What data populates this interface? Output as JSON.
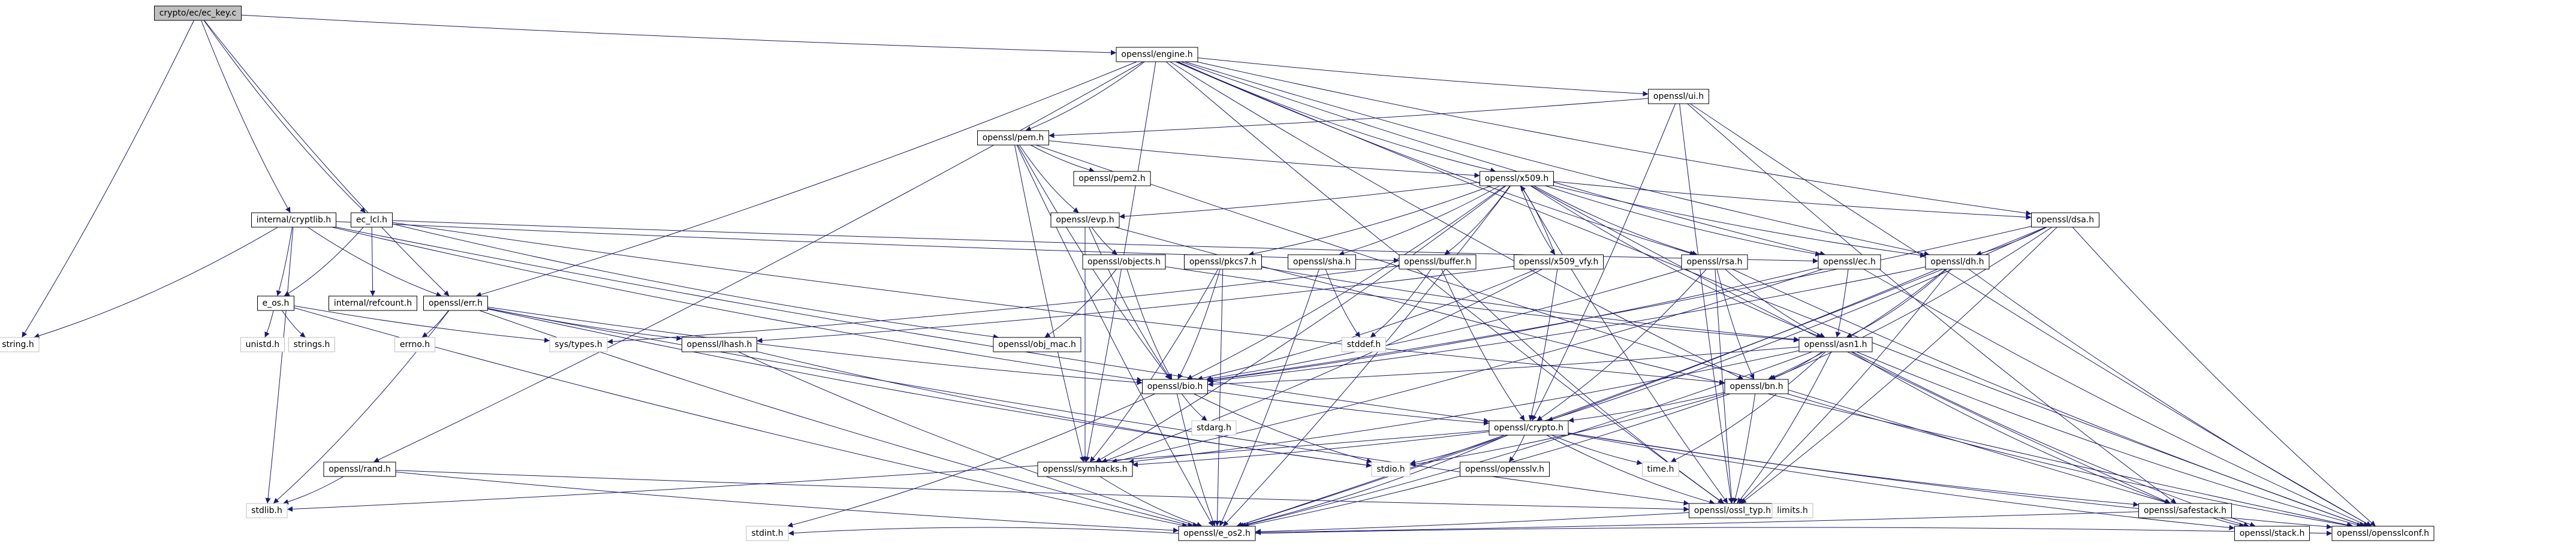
{
  "graph": {
    "root": "crypto/ec/ec_key.c",
    "colors": {
      "edge": "#191970",
      "root_fill": "#bfbfbf",
      "node_fill": "#ffffff",
      "node_border": "#000000",
      "unresolved_border": "#bfbfbf"
    },
    "nodes": [
      {
        "id": "root",
        "label": "crypto/ec/ec_key.c",
        "kind": "root"
      },
      {
        "id": "engine",
        "label": "openssl/engine.h",
        "kind": "header"
      },
      {
        "id": "ui",
        "label": "openssl/ui.h",
        "kind": "header"
      },
      {
        "id": "pem",
        "label": "openssl/pem.h",
        "kind": "header"
      },
      {
        "id": "pem2",
        "label": "openssl/pem2.h",
        "kind": "header"
      },
      {
        "id": "x509",
        "label": "openssl/x509.h",
        "kind": "header"
      },
      {
        "id": "evp",
        "label": "openssl/evp.h",
        "kind": "header"
      },
      {
        "id": "dsa",
        "label": "openssl/dsa.h",
        "kind": "header"
      },
      {
        "id": "dh",
        "label": "openssl/dh.h",
        "kind": "header"
      },
      {
        "id": "ec",
        "label": "openssl/ec.h",
        "kind": "header"
      },
      {
        "id": "rsa",
        "label": "openssl/rsa.h",
        "kind": "header"
      },
      {
        "id": "x509vfy",
        "label": "openssl/x509_vfy.h",
        "kind": "header"
      },
      {
        "id": "buffer",
        "label": "openssl/buffer.h",
        "kind": "header"
      },
      {
        "id": "sha",
        "label": "openssl/sha.h",
        "kind": "header"
      },
      {
        "id": "pkcs7",
        "label": "openssl/pkcs7.h",
        "kind": "header"
      },
      {
        "id": "objects",
        "label": "openssl/objects.h",
        "kind": "header"
      },
      {
        "id": "internal_cryptlib",
        "label": "internal/cryptlib.h",
        "kind": "header"
      },
      {
        "id": "ec_lcl",
        "label": "ec_lcl.h",
        "kind": "header"
      },
      {
        "id": "e_os",
        "label": "e_os.h",
        "kind": "header"
      },
      {
        "id": "refcount",
        "label": "internal/refcount.h",
        "kind": "header"
      },
      {
        "id": "err",
        "label": "openssl/err.h",
        "kind": "header"
      },
      {
        "id": "obj_mac",
        "label": "openssl/obj_mac.h",
        "kind": "header"
      },
      {
        "id": "lhash",
        "label": "openssl/lhash.h",
        "kind": "header"
      },
      {
        "id": "asn1",
        "label": "openssl/asn1.h",
        "kind": "header"
      },
      {
        "id": "bn",
        "label": "openssl/bn.h",
        "kind": "header"
      },
      {
        "id": "bio",
        "label": "openssl/bio.h",
        "kind": "header"
      },
      {
        "id": "crypto",
        "label": "openssl/crypto.h",
        "kind": "header"
      },
      {
        "id": "rand",
        "label": "openssl/rand.h",
        "kind": "header"
      },
      {
        "id": "symhacks",
        "label": "openssl/symhacks.h",
        "kind": "header"
      },
      {
        "id": "ossl_typ",
        "label": "openssl/ossl_typ.h",
        "kind": "header"
      },
      {
        "id": "safestack",
        "label": "openssl/safestack.h",
        "kind": "header"
      },
      {
        "id": "stack",
        "label": "openssl/stack.h",
        "kind": "header"
      },
      {
        "id": "e_os2",
        "label": "openssl/e_os2.h",
        "kind": "header"
      },
      {
        "id": "opensslconf",
        "label": "openssl/opensslconf.h",
        "kind": "header"
      },
      {
        "id": "opensslv",
        "label": "openssl/opensslv.h",
        "kind": "header"
      },
      {
        "id": "string",
        "label": "string.h",
        "kind": "system"
      },
      {
        "id": "stdlib",
        "label": "stdlib.h",
        "kind": "system"
      },
      {
        "id": "unistd",
        "label": "unistd.h",
        "kind": "system"
      },
      {
        "id": "strings",
        "label": "strings.h",
        "kind": "system"
      },
      {
        "id": "errno",
        "label": "errno.h",
        "kind": "system"
      },
      {
        "id": "systypes",
        "label": "sys/types.h",
        "kind": "system"
      },
      {
        "id": "stddef",
        "label": "stddef.h",
        "kind": "system"
      },
      {
        "id": "stdarg",
        "label": "stdarg.h",
        "kind": "system"
      },
      {
        "id": "stdio",
        "label": "stdio.h",
        "kind": "system"
      },
      {
        "id": "time",
        "label": "time.h",
        "kind": "system"
      },
      {
        "id": "limits",
        "label": "limits.h",
        "kind": "system"
      },
      {
        "id": "stdint",
        "label": "stdint.h",
        "kind": "system"
      }
    ],
    "edges": [
      [
        "root",
        "internal_cryptlib"
      ],
      [
        "root",
        "ec_lcl"
      ],
      [
        "root",
        "err"
      ],
      [
        "root",
        "engine"
      ],
      [
        "root",
        "string"
      ],
      [
        "internal_cryptlib",
        "string"
      ],
      [
        "internal_cryptlib",
        "e_os"
      ],
      [
        "internal_cryptlib",
        "crypto"
      ],
      [
        "internal_cryptlib",
        "buffer"
      ],
      [
        "internal_cryptlib",
        "bio"
      ],
      [
        "internal_cryptlib",
        "err"
      ],
      [
        "internal_cryptlib",
        "stdlib"
      ],
      [
        "ec_lcl",
        "e_os"
      ],
      [
        "ec_lcl",
        "ec"
      ],
      [
        "ec_lcl",
        "bn"
      ],
      [
        "ec_lcl",
        "refcount"
      ],
      [
        "ec_lcl",
        "obj_mac"
      ],
      [
        "e_os",
        "unistd"
      ],
      [
        "e_os",
        "strings"
      ],
      [
        "e_os",
        "systypes"
      ],
      [
        "e_os",
        "e_os2"
      ],
      [
        "err",
        "stdio"
      ],
      [
        "err",
        "stdlib"
      ],
      [
        "err",
        "e_os2"
      ],
      [
        "err",
        "ossl_typ"
      ],
      [
        "err",
        "bio"
      ],
      [
        "err",
        "lhash"
      ],
      [
        "err",
        "errno"
      ],
      [
        "engine",
        "ui"
      ],
      [
        "engine",
        "pem"
      ],
      [
        "engine",
        "x509"
      ],
      [
        "engine",
        "dsa"
      ],
      [
        "engine",
        "dh"
      ],
      [
        "engine",
        "ec"
      ],
      [
        "engine",
        "rsa"
      ],
      [
        "engine",
        "bn"
      ],
      [
        "engine",
        "rand"
      ],
      [
        "engine",
        "err"
      ],
      [
        "engine",
        "symhacks"
      ],
      [
        "engine",
        "opensslconf"
      ],
      [
        "engine",
        "ossl_typ"
      ],
      [
        "ui",
        "pem"
      ],
      [
        "ui",
        "crypto"
      ],
      [
        "ui",
        "safestack"
      ],
      [
        "ui",
        "ossl_typ"
      ],
      [
        "ui",
        "opensslconf"
      ],
      [
        "pem",
        "pem2"
      ],
      [
        "pem",
        "x509"
      ],
      [
        "pem",
        "evp"
      ],
      [
        "pem",
        "bio"
      ],
      [
        "pem",
        "stack"
      ],
      [
        "pem",
        "e_os2"
      ],
      [
        "pem",
        "symhacks"
      ],
      [
        "x509",
        "evp"
      ],
      [
        "x509",
        "buffer"
      ],
      [
        "x509",
        "sha"
      ],
      [
        "x509",
        "pkcs7"
      ],
      [
        "x509",
        "x509vfy"
      ],
      [
        "x509",
        "dsa"
      ],
      [
        "x509",
        "dh"
      ],
      [
        "x509",
        "ec"
      ],
      [
        "x509",
        "rsa"
      ],
      [
        "x509",
        "asn1"
      ],
      [
        "x509",
        "bio"
      ],
      [
        "x509",
        "safestack"
      ],
      [
        "x509",
        "e_os2"
      ],
      [
        "x509",
        "symhacks"
      ],
      [
        "x509",
        "ossl_typ"
      ],
      [
        "x509vfy",
        "x509"
      ],
      [
        "x509vfy",
        "lhash"
      ],
      [
        "x509vfy",
        "bio"
      ],
      [
        "x509vfy",
        "crypto"
      ],
      [
        "x509vfy",
        "symhacks"
      ],
      [
        "evp",
        "objects"
      ],
      [
        "evp",
        "bio"
      ],
      [
        "evp",
        "symhacks"
      ],
      [
        "evp",
        "opensslconf"
      ],
      [
        "objects",
        "obj_mac"
      ],
      [
        "objects",
        "bio"
      ],
      [
        "objects",
        "asn1"
      ],
      [
        "pkcs7",
        "asn1"
      ],
      [
        "pkcs7",
        "bio"
      ],
      [
        "pkcs7",
        "e_os2"
      ],
      [
        "pkcs7",
        "symhacks"
      ],
      [
        "sha",
        "stddef"
      ],
      [
        "sha",
        "e_os2"
      ],
      [
        "buffer",
        "stddef"
      ],
      [
        "buffer",
        "systypes"
      ],
      [
        "buffer",
        "ossl_typ"
      ],
      [
        "buffer",
        "crypto"
      ],
      [
        "dsa",
        "bio"
      ],
      [
        "dsa",
        "crypto"
      ],
      [
        "dsa",
        "ossl_typ"
      ],
      [
        "dsa",
        "bn"
      ],
      [
        "dsa",
        "dh"
      ],
      [
        "dsa",
        "e_os2"
      ],
      [
        "dsa",
        "opensslconf"
      ],
      [
        "dh",
        "bio"
      ],
      [
        "dh",
        "asn1"
      ],
      [
        "dh",
        "ossl_typ"
      ],
      [
        "dh",
        "bn"
      ],
      [
        "dh",
        "e_os2"
      ],
      [
        "dh",
        "opensslconf"
      ],
      [
        "ec",
        "asn1"
      ],
      [
        "ec",
        "symhacks"
      ],
      [
        "ec",
        "bio"
      ],
      [
        "ec",
        "opensslconf"
      ],
      [
        "rsa",
        "asn1"
      ],
      [
        "rsa",
        "bio"
      ],
      [
        "rsa",
        "crypto"
      ],
      [
        "rsa",
        "ossl_typ"
      ],
      [
        "rsa",
        "bn"
      ],
      [
        "rsa",
        "opensslconf"
      ],
      [
        "asn1",
        "time"
      ],
      [
        "asn1",
        "e_os2"
      ],
      [
        "asn1",
        "bio"
      ],
      [
        "asn1",
        "stack"
      ],
      [
        "asn1",
        "safestack"
      ],
      [
        "asn1",
        "ossl_typ"
      ],
      [
        "asn1",
        "symhacks"
      ],
      [
        "asn1",
        "bn"
      ],
      [
        "asn1",
        "opensslconf"
      ],
      [
        "bn",
        "e_os2"
      ],
      [
        "bn",
        "stdio"
      ],
      [
        "bn",
        "ossl_typ"
      ],
      [
        "bn",
        "crypto"
      ],
      [
        "bn",
        "opensslconf"
      ],
      [
        "bio",
        "e_os2"
      ],
      [
        "bio",
        "stdio"
      ],
      [
        "bio",
        "stdarg"
      ],
      [
        "bio",
        "crypto"
      ],
      [
        "bio",
        "stdint"
      ],
      [
        "crypto",
        "stdlib"
      ],
      [
        "crypto",
        "e_os2"
      ],
      [
        "crypto",
        "stack"
      ],
      [
        "crypto",
        "safestack"
      ],
      [
        "crypto",
        "opensslv"
      ],
      [
        "crypto",
        "ossl_typ"
      ],
      [
        "crypto",
        "opensslconf"
      ],
      [
        "crypto",
        "symhacks"
      ],
      [
        "crypto",
        "stdio"
      ],
      [
        "crypto",
        "time"
      ],
      [
        "rand",
        "stdlib"
      ],
      [
        "rand",
        "ossl_typ"
      ],
      [
        "rand",
        "e_os2"
      ],
      [
        "lhash",
        "stdio"
      ],
      [
        "lhash",
        "e_os2"
      ],
      [
        "symhacks",
        "e_os2"
      ],
      [
        "ossl_typ",
        "e_os2"
      ],
      [
        "ossl_typ",
        "limits"
      ],
      [
        "safestack",
        "stack"
      ],
      [
        "safestack",
        "e_os2"
      ],
      [
        "e_os2",
        "opensslconf"
      ],
      [
        "e_os2",
        "stdint"
      ]
    ]
  }
}
